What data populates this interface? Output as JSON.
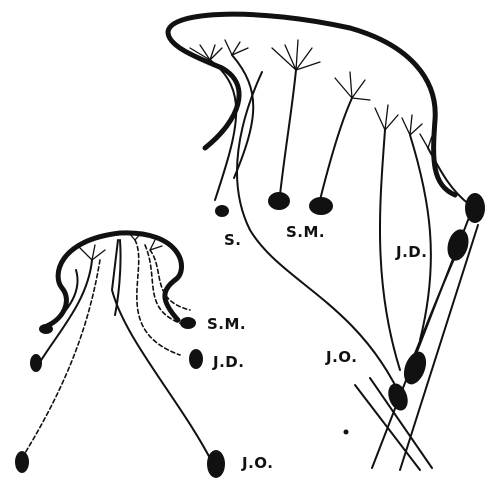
{
  "right_figure": {
    "labels": {
      "s": "S.",
      "sm": "S.M.",
      "jd": "J.D.",
      "jo": "J.O."
    }
  },
  "left_figure": {
    "labels": {
      "sm": "S.M.",
      "jd": "J.D.",
      "jo": "J.O."
    }
  },
  "colors": {
    "ink": "#111111",
    "background": "#ffffff"
  }
}
